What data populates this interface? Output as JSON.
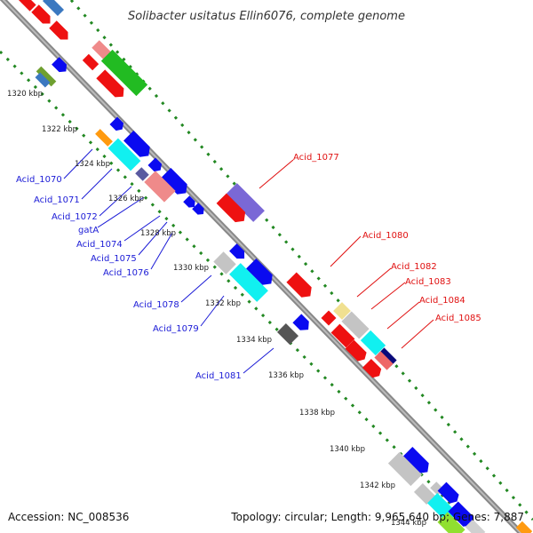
{
  "title": "Solibacter usitatus Ellin6076, complete genome",
  "footer": {
    "accession": "Accession: NC_008536",
    "summary": "Topology: circular; Length: 9,965,640 bp; Genes: 7,887"
  },
  "kbp_ticks": [
    "1320 kbp",
    "1322 kbp",
    "1324 kbp",
    "1326 kbp",
    "1328 kbp",
    "1330 kbp",
    "1332 kbp",
    "1334 kbp",
    "1336 kbp",
    "1338 kbp",
    "1340 kbp",
    "1342 kbp",
    "1344 kbp"
  ],
  "labels_blue": [
    "Acid_1070",
    "Acid_1071",
    "Acid_1072",
    "gatA",
    "Acid_1074",
    "Acid_1075",
    "Acid_1076",
    "Acid_1078",
    "Acid_1079",
    "Acid_1081"
  ],
  "labels_red": [
    "Acid_1077",
    "Acid_1080",
    "Acid_1082",
    "Acid_1083",
    "Acid_1084",
    "Acid_1085"
  ],
  "colors": {
    "blue": "#0a0af0",
    "red": "#ee1111",
    "pink": "#ef8a8a",
    "cyan": "#11f0f0",
    "green": "#22bb22",
    "gray": "#c4c4c4",
    "darkgray": "#555555",
    "purple": "#7a68d6",
    "steel": "#3b78c0",
    "yellow": "#f0e090",
    "orange": "#ff9a10",
    "navy": "#0a0a7a",
    "lime": "#90e030",
    "dotted": "#228822",
    "backbone": "#777777"
  }
}
